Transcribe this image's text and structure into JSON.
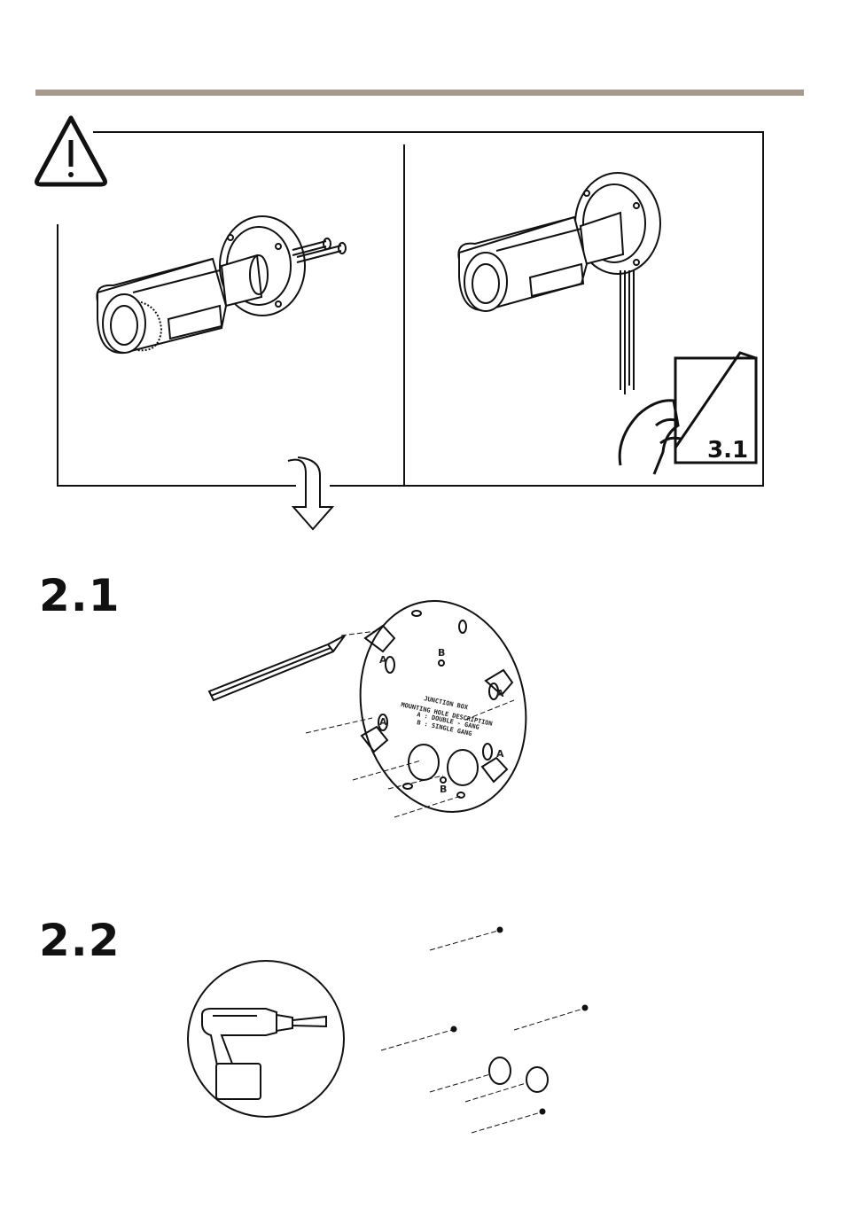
{
  "header": {
    "accent_color": "#a69a8e"
  },
  "warning": {
    "icon": "warning-triangle-icon"
  },
  "panels": {
    "left": {
      "illustration": "camera-with-mounting-screws"
    },
    "right": {
      "illustration": "camera-mounted-with-cables",
      "reference_label": "3.1"
    }
  },
  "steps": [
    {
      "number": "2.1",
      "plate": {
        "lines": [
          "JUNCTION BOX",
          "MOUNTING HOLE DESCRIPTION",
          "A : DOUBLE - GANG",
          "B : SINGLE GANG"
        ],
        "hole_letters": [
          "A",
          "B"
        ]
      }
    },
    {
      "number": "2.2",
      "tool_icon": "drill-icon"
    }
  ]
}
